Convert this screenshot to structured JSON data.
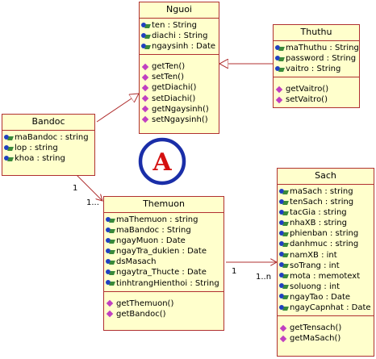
{
  "classes": {
    "nguoi": {
      "name": "Nguoi",
      "attributes": [
        "ten : String",
        "diachi : String",
        "ngaysinh : Date"
      ],
      "operations": [
        "getTen()",
        "setTen()",
        "getDiachi()",
        "setDiachi()",
        "getNgaysinh()",
        "setNgaysinh()"
      ]
    },
    "thuthu": {
      "name": "Thuthu",
      "attributes": [
        "maThuthu : String",
        "password : String",
        "vaitro : String"
      ],
      "operations": [
        "getVaitro()",
        "setVaitro()"
      ]
    },
    "bandoc": {
      "name": "Bandoc",
      "attributes": [
        "maBandoc : string",
        "lop : string",
        "khoa : string"
      ]
    },
    "themuon": {
      "name": "Themuon",
      "attributes": [
        "maThemuon : string",
        "maBandoc : String",
        "ngayMuon : Date",
        "ngayTra_dukien : Date",
        "dsMasach",
        "ngaytra_Thucte : Date",
        "tinhtrangHienthoi : String"
      ],
      "operations": [
        "getThemuon()",
        "getBandoc()"
      ]
    },
    "sach": {
      "name": "Sach",
      "attributes": [
        "maSach : string",
        "tenSach : string",
        "tacGia : string",
        "nhaXB : string",
        "phienban : string",
        "danhmuc : string",
        "namXB : int",
        "soTrang : int",
        "mota : memotext",
        "soluong : int",
        "ngayTao : Date",
        "ngayCapnhat : Date"
      ],
      "operations": [
        "getTensach()",
        "getMaSach()"
      ]
    }
  },
  "multiplicities": {
    "bandoc_end": "1",
    "themuon_end": "1...",
    "themuon_sach_start": "1",
    "themuon_sach_end": "1..n"
  },
  "logo": {
    "letter": "A",
    "ring_color": "#1a2ea8",
    "letter_color": "#d41010"
  },
  "colors": {
    "box_fill": "#ffffcc",
    "box_border": "#b03030",
    "line": "#b03030"
  }
}
